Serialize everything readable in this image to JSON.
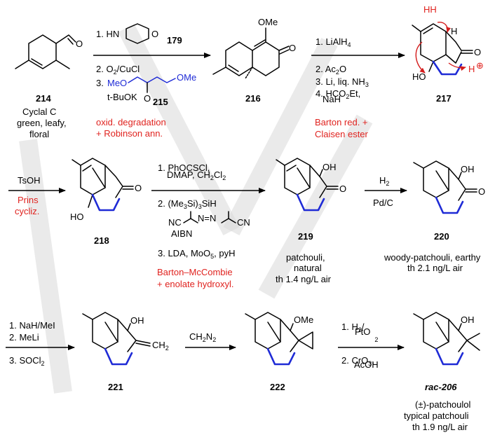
{
  "colors": {
    "reagent_note": "#e0231f",
    "highlight_bond": "#1f2bd6",
    "ink": "#000000"
  },
  "compounds": {
    "c214": {
      "number": "214",
      "desc": [
        "Cyclal C",
        "green, leafy,",
        "floral"
      ]
    },
    "c216": {
      "number": "216",
      "atoms": {
        "ome": "OMe",
        "o": "O"
      }
    },
    "c217": {
      "number": "217",
      "atoms": {
        "hh": "HH",
        "h": "H",
        "ho": "HO",
        "o": "O",
        "hplus": "H",
        "plus": "⊕"
      }
    },
    "c218": {
      "number": "218",
      "atoms": {
        "ho": "HO",
        "o": "O"
      }
    },
    "c219": {
      "number": "219",
      "desc": [
        "patchouli,",
        "natural",
        "th 1.4 ng/L air"
      ],
      "atoms": {
        "oh": "OH",
        "o": "O"
      }
    },
    "c220": {
      "number": "220",
      "desc": [
        "woody-patchouli, earthy",
        "th 2.1 ng/L air"
      ],
      "atoms": {
        "oh": "OH",
        "o": "O"
      }
    },
    "c221": {
      "number": "221",
      "atoms": {
        "oh": "OH",
        "ch2": "CH",
        "ch2_sub": "2"
      }
    },
    "c222": {
      "number": "222",
      "atoms": {
        "ome": "OMe"
      }
    },
    "c206": {
      "number": "rac-206",
      "desc": [
        "(±)-patchoulol",
        "typical patchouli",
        "th 1.9 ng/L air"
      ],
      "atoms": {
        "oh": "OH"
      }
    }
  },
  "steps": {
    "s1": {
      "reagent1_prefix": "1.  HN",
      "reagent1_num": "179",
      "reagent2": "2. O",
      "reagent2_sub": "2",
      "reagent2_tail": "/CuCl",
      "reagent3_prefix": "3.",
      "reagent3_meo": "MeO",
      "reagent3_ome": "OMe",
      "reagent3_o": "O",
      "reagent3_base": "t-BuOK",
      "reagent3_num": "215",
      "note": [
        "oxid. degradation",
        "+ Robinson ann."
      ]
    },
    "s2": {
      "r1": "1. LiAlH",
      "r1_sub": "4",
      "r2": "2. Ac",
      "r2_sub": "2",
      "r2_tail": "O",
      "r3": "3. Li, liq. NH",
      "r3_sub": "3",
      "r4": "4. HCO",
      "r4_sub": "2",
      "r4_tail": "Et,",
      "r4b": "NaH",
      "note": [
        "Barton red. +",
        "Claisen ester"
      ]
    },
    "s3": {
      "r1": "TsOH",
      "note": [
        "Prins",
        "cycliz."
      ]
    },
    "s4": {
      "r1": "1. PhOCSCl,",
      "r1b": "DMAP, CH",
      "r1b_sub": "2",
      "r1b_tail": "Cl",
      "r1b_sub2": "2",
      "r2": "2. (Me",
      "r2_sub": "3",
      "r2_tail": "Si)",
      "r2_sub2": "3",
      "r2_tail2": "SiH",
      "aibn_nc": "NC",
      "aibn_n": "N=N",
      "aibn_cn": "CN",
      "aibn": "AIBN",
      "r3": "3. LDA, MoO",
      "r3_sub": "5",
      "r3_tail": ", pyH",
      "note": [
        "Barton–McCombie",
        "+ enolate hydroxyl."
      ]
    },
    "s5": {
      "r1": "H",
      "r1_sub": "2",
      "r2": "Pd/C"
    },
    "s6": {
      "r1": "1. NaH/MeI",
      "r2": "2. MeLi",
      "r3": "3. SOCl",
      "r3_sub": "2"
    },
    "s7": {
      "r1": "CH",
      "r1_sub": "2",
      "r1_tail": "N",
      "r1_sub2": "2"
    },
    "s8": {
      "r1": "1. H",
      "r1_sub": "2",
      "r1_tail": "/",
      "r1b": "PtO",
      "r1b_sub": "2",
      "r2": "2. CrO",
      "r2_sub": "3",
      "r2_tail": ",",
      "r2b": "AcOH"
    }
  }
}
